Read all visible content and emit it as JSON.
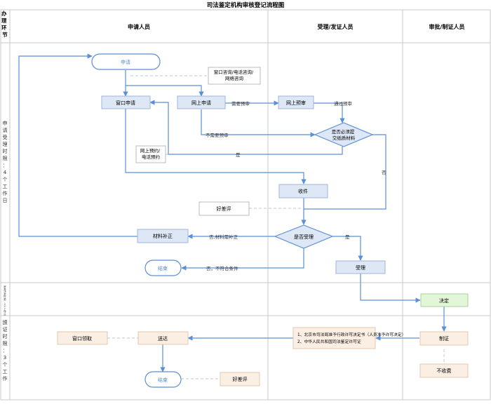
{
  "title": "司法鉴定机构审核登记流程图",
  "header": {
    "stage_col": "办理环节",
    "lanes": [
      "申请人员",
      "受理/发证人员",
      "审批/制证人员"
    ]
  },
  "stages": [
    {
      "label": "申请受理时限：4个工作日"
    },
    {
      "label": "审查决定时限：2个工作日"
    },
    {
      "label": "颁证时限：3个工作"
    }
  ],
  "nodes": {
    "apply": "申请",
    "consult": [
      "窗口咨询/电话咨询/",
      "网络咨询"
    ],
    "window_apply": "窗口申请",
    "online_apply": "网上申请",
    "online_precheck": "网上预审",
    "decide_paper": [
      "是否必须提",
      "交纸质材料"
    ],
    "booking": [
      "网上预约/",
      "电话预约"
    ],
    "receive": "收件",
    "good_review_1": "好差评",
    "accept_decision": "是否受理",
    "supplement": "材料补正",
    "end_1": "结束",
    "accept": "受理",
    "decide": "决定",
    "make_cert": "制证",
    "docs": [
      "1、北京市司法局准予行政许可决定书（人员准予许可决定）",
      "2、中华人民共和国司法鉴定许可证"
    ],
    "delivery": "送达",
    "window_pickup": "窗口领取",
    "no_fee": "不收费",
    "end_2": "结束",
    "good_review_2": "好差评"
  },
  "edge_labels": {
    "need_precheck": "需要预审",
    "pass_precheck": "通过预审",
    "no_precheck": "不需要预审",
    "yes_paper": "是",
    "no_paper": "否",
    "yes_accept": "是",
    "need_supplement": "否,材料需补正",
    "reject": "否，不符合条件"
  },
  "colors": {
    "line": "#5b8fd6",
    "box_fill": "#dde7f6",
    "decide_fill": "#e2f6d8",
    "peach_fill": "#fbeee2",
    "grid": "#c8c8c8"
  }
}
